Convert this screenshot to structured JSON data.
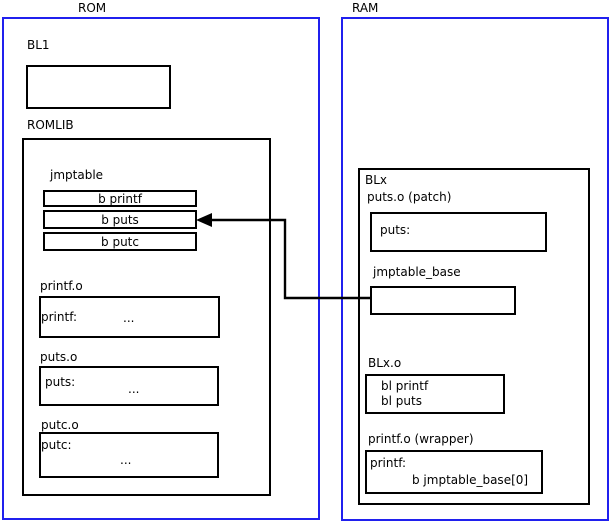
{
  "regions": {
    "rom": {
      "label": "ROM"
    },
    "ram": {
      "label": "RAM"
    }
  },
  "rom_contents": {
    "bl1": {
      "label": "BL1"
    },
    "romlib": {
      "label": "ROMLIB"
    },
    "jmptable": {
      "label": "jmptable",
      "entries": [
        "b printf",
        "b puts",
        "b putc"
      ]
    },
    "objects": [
      {
        "label": "printf.o",
        "symbol": "printf:",
        "body": "..."
      },
      {
        "label": "puts.o",
        "symbol": "puts:",
        "body": "..."
      },
      {
        "label": "putc.o",
        "symbol": "putc:",
        "body": "..."
      }
    ]
  },
  "ram_contents": {
    "blx": {
      "label": "BLx"
    },
    "puts_patch": {
      "label": "puts.o (patch)",
      "symbol": "puts:"
    },
    "jmptable_base": {
      "label": "jmptable_base"
    },
    "blx_o": {
      "label": "BLx.o",
      "line1": "bl printf",
      "line2": "bl puts"
    },
    "printf_wrapper": {
      "label": "printf.o (wrapper)",
      "symbol": "printf:",
      "instruction": "b jmptable_base[0]"
    }
  },
  "connector": {
    "name": "jmptable-base-to-b-puts-arrow",
    "from": "jmptable_base",
    "to": "jmptable entry b puts"
  },
  "colors": {
    "region_border": "#2020ee",
    "box_border": "#000000",
    "text": "#000000",
    "background": "#ffffff"
  }
}
